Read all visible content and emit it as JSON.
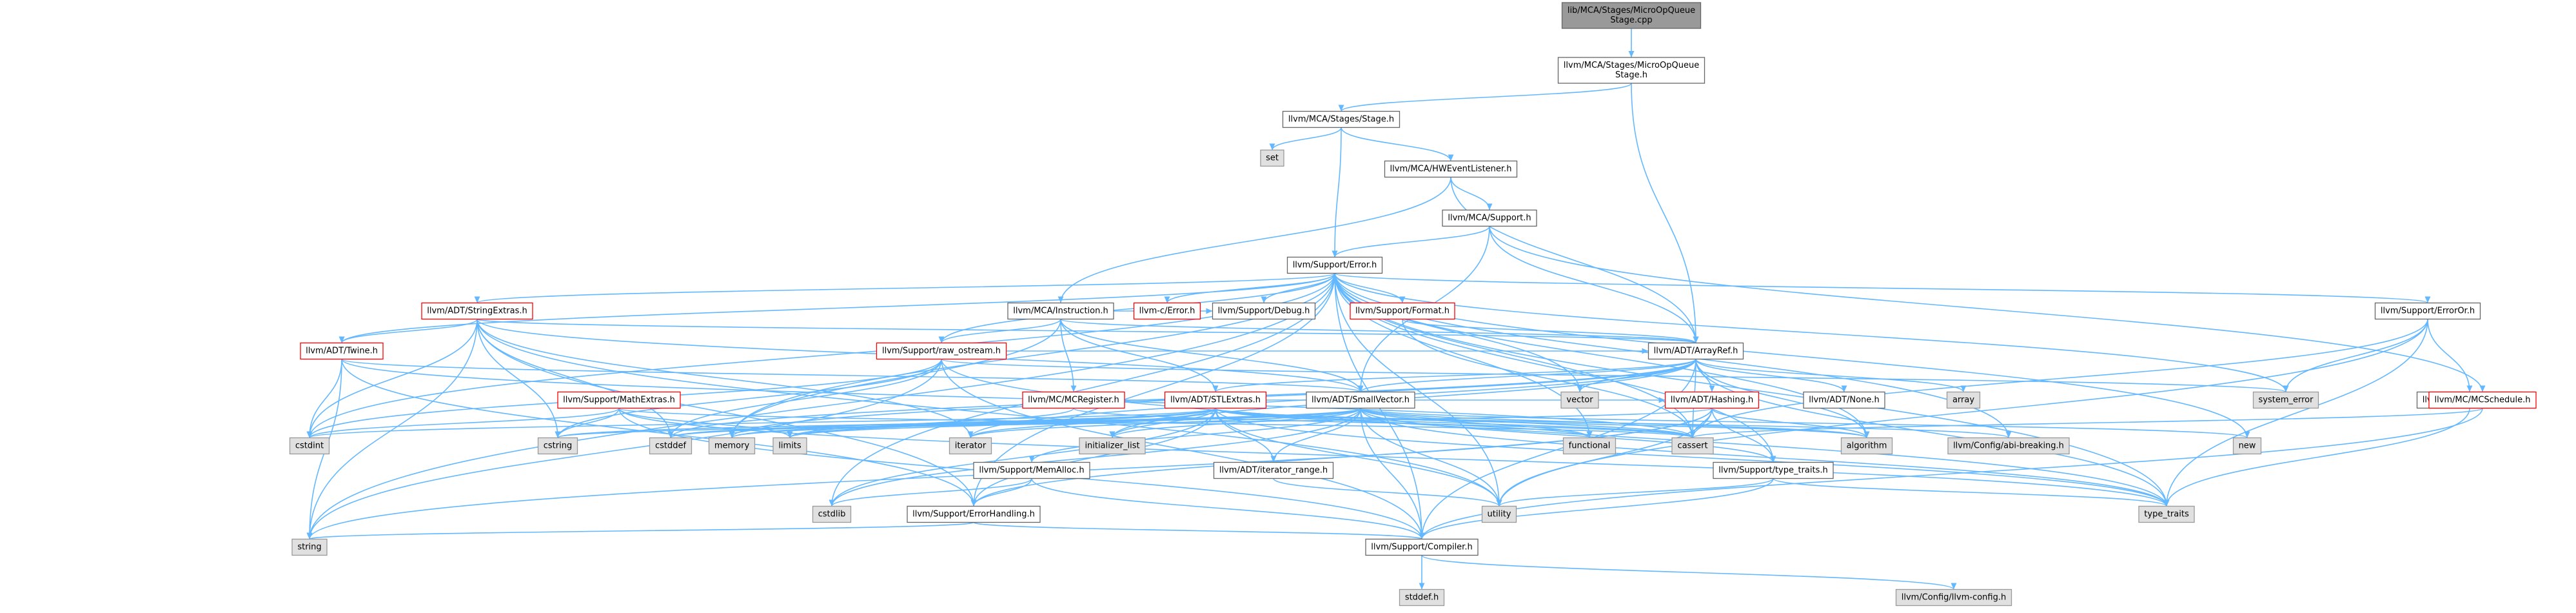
{
  "graph": {
    "colors": {
      "edge": "#63b8ff",
      "box_stroke": "#666666",
      "normal_fill": "#ffffff",
      "root_fill": "#999999",
      "external_fill": "#e0e0e0",
      "external_stroke": "#999999",
      "red_stroke": "#ff0000",
      "text": "#000000",
      "red_text": "#000000"
    },
    "nodes": [
      {
        "id": "root",
        "lines": [
          "lib/MCA/Stages/MicroOpQueue",
          "Stage.cpp"
        ],
        "style": "root"
      },
      {
        "id": "mqs_h",
        "lines": [
          "llvm/MCA/Stages/MicroOpQueue",
          "Stage.h"
        ],
        "style": "normal"
      },
      {
        "id": "stage_h",
        "lines": [
          "llvm/MCA/Stages/Stage.h"
        ],
        "style": "normal"
      },
      {
        "id": "set",
        "lines": [
          "set"
        ],
        "style": "external"
      },
      {
        "id": "hwel",
        "lines": [
          "llvm/MCA/HWEventListener.h"
        ],
        "style": "normal"
      },
      {
        "id": "support_h",
        "lines": [
          "llvm/MCA/Support.h"
        ],
        "style": "normal"
      },
      {
        "id": "error_h",
        "lines": [
          "llvm/Support/Error.h"
        ],
        "style": "normal"
      },
      {
        "id": "stringextras",
        "lines": [
          "llvm/ADT/StringExtras.h"
        ],
        "style": "red"
      },
      {
        "id": "instruction",
        "lines": [
          "llvm/MCA/Instruction.h"
        ],
        "style": "normal"
      },
      {
        "id": "c_error",
        "lines": [
          "llvm-c/Error.h"
        ],
        "style": "red"
      },
      {
        "id": "debug",
        "lines": [
          "llvm/Support/Debug.h"
        ],
        "style": "normal"
      },
      {
        "id": "format",
        "lines": [
          "llvm/Support/Format.h"
        ],
        "style": "red"
      },
      {
        "id": "erroror",
        "lines": [
          "llvm/Support/ErrorOr.h"
        ],
        "style": "normal"
      },
      {
        "id": "twine",
        "lines": [
          "llvm/ADT/Twine.h"
        ],
        "style": "red"
      },
      {
        "id": "raw_ostream",
        "lines": [
          "llvm/Support/raw_ostream.h"
        ],
        "style": "red"
      },
      {
        "id": "arrayref",
        "lines": [
          "llvm/ADT/ArrayRef.h"
        ],
        "style": "normal"
      },
      {
        "id": "mathextras",
        "lines": [
          "llvm/Support/MathExtras.h"
        ],
        "style": "red"
      },
      {
        "id": "mcregister",
        "lines": [
          "llvm/MC/MCRegister.h"
        ],
        "style": "red"
      },
      {
        "id": "stlextras",
        "lines": [
          "llvm/ADT/STLExtras.h"
        ],
        "style": "red"
      },
      {
        "id": "smallvector",
        "lines": [
          "llvm/ADT/SmallVector.h"
        ],
        "style": "normal"
      },
      {
        "id": "hashing",
        "lines": [
          "llvm/ADT/Hashing.h"
        ],
        "style": "red"
      },
      {
        "id": "none",
        "lines": [
          "llvm/ADT/None.h"
        ],
        "style": "normal"
      },
      {
        "id": "array",
        "lines": [
          "array"
        ],
        "style": "external"
      },
      {
        "id": "system_error",
        "lines": [
          "system_error"
        ],
        "style": "external"
      },
      {
        "id": "alignof",
        "lines": [
          "llvm/Support/AlignOf.h"
        ],
        "style": "normal"
      },
      {
        "id": "mcschedule",
        "lines": [
          "llvm/MC/MCSchedule.h"
        ],
        "style": "red"
      },
      {
        "id": "vector",
        "lines": [
          "vector"
        ],
        "style": "external"
      },
      {
        "id": "cstdint",
        "lines": [
          "cstdint"
        ],
        "style": "external"
      },
      {
        "id": "cstring",
        "lines": [
          "cstring"
        ],
        "style": "external"
      },
      {
        "id": "cstddef",
        "lines": [
          "cstddef"
        ],
        "style": "external"
      },
      {
        "id": "memory",
        "lines": [
          "memory"
        ],
        "style": "external"
      },
      {
        "id": "limits",
        "lines": [
          "limits"
        ],
        "style": "external"
      },
      {
        "id": "iterator",
        "lines": [
          "iterator"
        ],
        "style": "external"
      },
      {
        "id": "initializer_list",
        "lines": [
          "initializer_list"
        ],
        "style": "external"
      },
      {
        "id": "functional",
        "lines": [
          "functional"
        ],
        "style": "external"
      },
      {
        "id": "cassert",
        "lines": [
          "cassert"
        ],
        "style": "external"
      },
      {
        "id": "algorithm",
        "lines": [
          "algorithm"
        ],
        "style": "external"
      },
      {
        "id": "abi_breaking",
        "lines": [
          "llvm/Config/abi-breaking.h"
        ],
        "style": "external"
      },
      {
        "id": "new",
        "lines": [
          "new"
        ],
        "style": "external"
      },
      {
        "id": "memalloc",
        "lines": [
          "llvm/Support/MemAlloc.h"
        ],
        "style": "normal"
      },
      {
        "id": "iterator_range",
        "lines": [
          "llvm/ADT/iterator_range.h"
        ],
        "style": "normal"
      },
      {
        "id": "type_traits_h",
        "lines": [
          "llvm/Support/type_traits.h"
        ],
        "style": "normal"
      },
      {
        "id": "cstdlib",
        "lines": [
          "cstdlib"
        ],
        "style": "external"
      },
      {
        "id": "utility",
        "lines": [
          "utility"
        ],
        "style": "external"
      },
      {
        "id": "type_traits",
        "lines": [
          "type_traits"
        ],
        "style": "external"
      },
      {
        "id": "errorhandling",
        "lines": [
          "llvm/Support/ErrorHandling.h"
        ],
        "style": "normal"
      },
      {
        "id": "string",
        "lines": [
          "string"
        ],
        "style": "external"
      },
      {
        "id": "compiler",
        "lines": [
          "llvm/Support/Compiler.h"
        ],
        "style": "normal"
      },
      {
        "id": "stddef",
        "lines": [
          "stddef.h"
        ],
        "style": "external"
      },
      {
        "id": "llvm_config",
        "lines": [
          "llvm/Config/llvm-config.h"
        ],
        "style": "external"
      }
    ],
    "edges": [
      [
        "root",
        "mqs_h"
      ],
      [
        "mqs_h",
        "stage_h"
      ],
      [
        "mqs_h",
        "arrayref"
      ],
      [
        "stage_h",
        "set"
      ],
      [
        "stage_h",
        "hwel"
      ],
      [
        "stage_h",
        "error_h"
      ],
      [
        "hwel",
        "support_h"
      ],
      [
        "hwel",
        "arrayref"
      ],
      [
        "hwel",
        "instruction"
      ],
      [
        "support_h",
        "error_h"
      ],
      [
        "support_h",
        "arrayref"
      ],
      [
        "support_h",
        "smallvector"
      ],
      [
        "support_h",
        "mcschedule"
      ],
      [
        "error_h",
        "stringextras"
      ],
      [
        "error_h",
        "twine"
      ],
      [
        "error_h",
        "c_error"
      ],
      [
        "error_h",
        "debug"
      ],
      [
        "error_h",
        "format"
      ],
      [
        "error_h",
        "erroror"
      ],
      [
        "error_h",
        "raw_ostream"
      ],
      [
        "error_h",
        "abi_breaking"
      ],
      [
        "error_h",
        "compiler"
      ],
      [
        "error_h",
        "errorhandling"
      ],
      [
        "error_h",
        "type_traits"
      ],
      [
        "error_h",
        "system_error"
      ],
      [
        "error_h",
        "string"
      ],
      [
        "error_h",
        "vector"
      ],
      [
        "error_h",
        "memory"
      ],
      [
        "error_h",
        "cstdint"
      ],
      [
        "error_h",
        "cassert"
      ],
      [
        "error_h",
        "algorithm"
      ],
      [
        "error_h",
        "cstdlib"
      ],
      [
        "error_h",
        "utility"
      ],
      [
        "error_h",
        "new"
      ],
      [
        "error_h",
        "functional"
      ],
      [
        "error_h",
        "type_traits_h"
      ],
      [
        "stringextras",
        "arrayref"
      ],
      [
        "stringextras",
        "smallvector"
      ],
      [
        "stringextras",
        "twine"
      ],
      [
        "stringextras",
        "cstdint"
      ],
      [
        "stringextras",
        "cstring"
      ],
      [
        "stringextras",
        "string"
      ],
      [
        "stringextras",
        "utility"
      ],
      [
        "stringextras",
        "iterator"
      ],
      [
        "stringextras",
        "cstddef"
      ],
      [
        "stringextras",
        "errorhandling"
      ],
      [
        "instruction",
        "arrayref"
      ],
      [
        "instruction",
        "stlextras"
      ],
      [
        "instruction",
        "smallvector"
      ],
      [
        "instruction",
        "mcregister"
      ],
      [
        "instruction",
        "raw_ostream"
      ],
      [
        "instruction",
        "memory"
      ],
      [
        "instruction",
        "debug"
      ],
      [
        "format",
        "arrayref"
      ],
      [
        "format",
        "cassert"
      ],
      [
        "format",
        "cstdio_dummy"
      ],
      [
        "erroror",
        "alignof"
      ],
      [
        "erroror",
        "system_error"
      ],
      [
        "erroror",
        "cassert"
      ],
      [
        "erroror",
        "type_traits"
      ],
      [
        "erroror",
        "utility"
      ],
      [
        "twine",
        "smallvector"
      ],
      [
        "twine",
        "errorhandling"
      ],
      [
        "twine",
        "cassert"
      ],
      [
        "twine",
        "cstdint"
      ],
      [
        "twine",
        "string"
      ],
      [
        "raw_ostream",
        "arrayref"
      ],
      [
        "raw_ostream",
        "compiler"
      ],
      [
        "raw_ostream",
        "cstddef"
      ],
      [
        "raw_ostream",
        "cstdint"
      ],
      [
        "raw_ostream",
        "cstring"
      ],
      [
        "raw_ostream",
        "string"
      ],
      [
        "raw_ostream",
        "system_error"
      ],
      [
        "raw_ostream",
        "type_traits"
      ],
      [
        "arrayref",
        "hashing"
      ],
      [
        "arrayref",
        "none"
      ],
      [
        "arrayref",
        "smallvector"
      ],
      [
        "arrayref",
        "stlextras"
      ],
      [
        "arrayref",
        "compiler"
      ],
      [
        "arrayref",
        "algorithm"
      ],
      [
        "arrayref",
        "array"
      ],
      [
        "arrayref",
        "cassert"
      ],
      [
        "arrayref",
        "cstddef"
      ],
      [
        "arrayref",
        "initializer_list"
      ],
      [
        "arrayref",
        "iterator"
      ],
      [
        "arrayref",
        "memory"
      ],
      [
        "arrayref",
        "type_traits"
      ],
      [
        "arrayref",
        "vector"
      ],
      [
        "mathextras",
        "compiler"
      ],
      [
        "mathextras",
        "cassert"
      ],
      [
        "mathextras",
        "climits_dummy"
      ],
      [
        "mathextras",
        "cstdint"
      ],
      [
        "mathextras",
        "cstring"
      ],
      [
        "mathextras",
        "limits"
      ],
      [
        "mathextras",
        "type_traits"
      ],
      [
        "mcregister",
        "hashing"
      ],
      [
        "mcregister",
        "cassert"
      ],
      [
        "mcregister",
        "limits"
      ],
      [
        "stlextras",
        "errorhandling"
      ],
      [
        "stlextras",
        "iterator_range"
      ],
      [
        "stlextras",
        "functional"
      ],
      [
        "stlextras",
        "initializer_list"
      ],
      [
        "stlextras",
        "iterator"
      ],
      [
        "stlextras",
        "limits"
      ],
      [
        "stlextras",
        "memory"
      ],
      [
        "stlextras",
        "utility"
      ],
      [
        "stlextras",
        "cassert"
      ],
      [
        "stlextras",
        "algorithm"
      ],
      [
        "stlextras",
        "cstddef"
      ],
      [
        "stlextras",
        "cstdint"
      ],
      [
        "stlextras",
        "cstdlib"
      ],
      [
        "stlextras",
        "type_traits"
      ],
      [
        "stlextras",
        "abi_breaking"
      ],
      [
        "smallvector",
        "compiler"
      ],
      [
        "smallvector",
        "memalloc"
      ],
      [
        "smallvector",
        "type_traits_h"
      ],
      [
        "smallvector",
        "algorithm"
      ],
      [
        "smallvector",
        "cassert"
      ],
      [
        "smallvector",
        "cstddef"
      ],
      [
        "smallvector",
        "cstdlib"
      ],
      [
        "smallvector",
        "cstring"
      ],
      [
        "smallvector",
        "functional"
      ],
      [
        "smallvector",
        "initializer_list"
      ],
      [
        "smallvector",
        "iterator"
      ],
      [
        "smallvector",
        "limits"
      ],
      [
        "smallvector",
        "memory"
      ],
      [
        "smallvector",
        "new"
      ],
      [
        "smallvector",
        "type_traits"
      ],
      [
        "smallvector",
        "utility"
      ],
      [
        "smallvector",
        "iterator_range"
      ],
      [
        "hashing",
        "errorhandling"
      ],
      [
        "hashing",
        "type_traits_h"
      ],
      [
        "hashing",
        "algorithm"
      ],
      [
        "hashing",
        "cassert"
      ],
      [
        "hashing",
        "cstring"
      ],
      [
        "hashing",
        "string"
      ],
      [
        "hashing",
        "tuple_dummy"
      ],
      [
        "hashing",
        "utility"
      ],
      [
        "memalloc",
        "compiler"
      ],
      [
        "memalloc",
        "errorhandling"
      ],
      [
        "memalloc",
        "cstdlib"
      ],
      [
        "iterator_range",
        "utility"
      ],
      [
        "type_traits_h",
        "compiler"
      ],
      [
        "type_traits_h",
        "type_traits"
      ],
      [
        "type_traits_h",
        "utility"
      ],
      [
        "alignof",
        "type_traits"
      ],
      [
        "mcschedule",
        "compiler"
      ],
      [
        "mcschedule",
        "cassert"
      ],
      [
        "errorhandling",
        "compiler"
      ],
      [
        "errorhandling",
        "string"
      ],
      [
        "compiler",
        "llvm_config"
      ],
      [
        "compiler",
        "stddef"
      ]
    ]
  }
}
